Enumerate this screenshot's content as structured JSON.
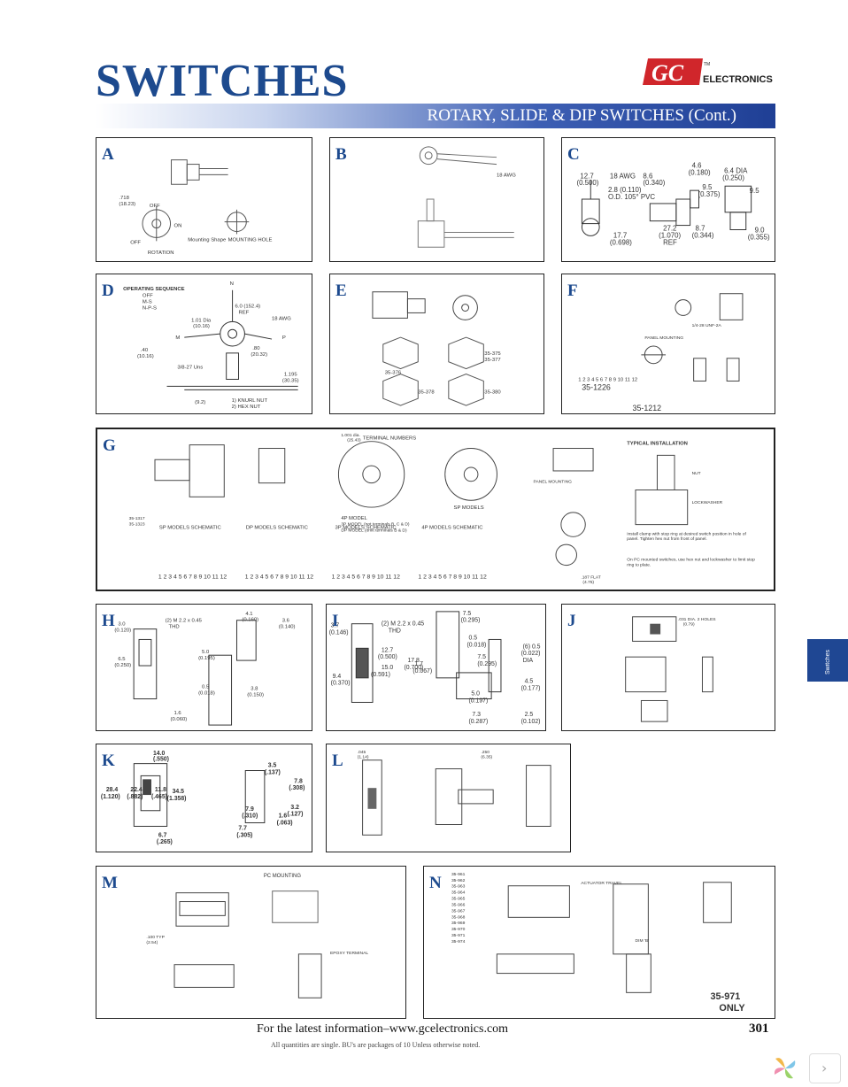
{
  "header": {
    "title": "SWITCHES",
    "subtitle": "ROTARY, SLIDE & DIP SWITCHES (Cont.)",
    "logo": {
      "mark": "GC",
      "text": "ELECTRONICS",
      "tm": "TM"
    }
  },
  "panels": {
    "A": {
      "letter": "A",
      "labels": [
        "OFF",
        "ON",
        "OFF",
        "ROTATION",
        "MOUNTING HOLE",
        "Mounting Shape",
        ".718",
        "(18.23)"
      ]
    },
    "B": {
      "letter": "B",
      "labels": [
        "18 AWG"
      ]
    },
    "C": {
      "letter": "C",
      "labels": [
        "12.7",
        "(0.500)",
        "18 AWG",
        "2.8 (0.110)",
        "O.D. 105° PVC",
        "8.6",
        "(0.340)",
        "4.6",
        "(0.180)",
        "6.4 DIA",
        "(0.250)",
        "9.5",
        "(0.375)",
        "9.5",
        "17.7",
        "(0.698)",
        "27.2",
        "(1.070)",
        "REF",
        "8.7",
        "(0.344)",
        "9.0",
        "(0.355)"
      ]
    },
    "D": {
      "letter": "D",
      "labels": [
        "OPERATING SEQUENCE",
        "OFF",
        "M-S",
        "N-P-S",
        "N",
        "6.0 (152.4)",
        "REF",
        "18 AWG",
        "1.01 Dia",
        "(10.16)",
        "M",
        "P",
        ".80",
        "(20.32)",
        ".40",
        "(10.16)",
        "3/8-27 Uns",
        "1.195",
        "(30.35)",
        "1) KNURL NUT",
        "2) HEX NUT",
        "(9.2)"
      ]
    },
    "E": {
      "letter": "E",
      "labels": [
        "35-376",
        "35-375",
        "35-377",
        "35-378",
        "35-380"
      ]
    },
    "F": {
      "letter": "F",
      "labels": [
        "PANEL MOUNTING",
        "35-1226",
        "35-1212",
        "1 2 3 4 5 6 7 8 9 10 11 12",
        "1/4-28 UNF-2A"
      ]
    },
    "G": {
      "letter": "G",
      "labels": [
        "TERMINAL NUMBERS",
        "4P MODEL",
        "3P MODEL (not terminals B, C & D)",
        "DP MODEL (omit terminals B & D)",
        "SP MODELS",
        "PANEL MOUNTING",
        "TYPICAL INSTALLATION",
        "NUT",
        "LOCKWASHER",
        "SP MODELS SCHEMATIC",
        "DP MODELS SCHEMATIC",
        "3P MODELS SCHEMATIC",
        "4P MODELS SCHEMATIC",
        "1 2 3 4 5 6 7 8 9 10 11 12",
        "35-1317",
        "35-1323",
        "Install clamp with stop ring at desired switch position in hole of panel. Tighten hex nut from front of panel.",
        "On PC mounted switches, use hex nut and lockwasher to limit stop ring to plate.",
        ".187 FLAT",
        "(4.75)",
        "1.001 dia.",
        "(25.43)"
      ]
    },
    "H": {
      "letter": "H",
      "labels": [
        "(2) M 2.2 x 0.45",
        "THD",
        "3.0",
        "(0.120)",
        "6.5",
        "(0.250)",
        "4.1",
        "(0.160)",
        "3.6",
        "(0.140)",
        "5.0",
        "(0.195)",
        "0.5",
        "(0.018)",
        "3.8",
        "(0.150)",
        "1.6",
        "(0.060)"
      ]
    },
    "I": {
      "letter": "I",
      "labels": [
        "3.7",
        "(0.146)",
        "(2) M 2.2 x 0.45",
        "THD",
        "7.5",
        "(0.295)",
        "9.4",
        "(0.370)",
        "12.7",
        "(0.500)",
        "15.0",
        "(0.591)",
        "17.8",
        "(0.700)",
        "1.7",
        "(0.067)",
        "0.5",
        "(0.018)",
        "5.0",
        "(0.197)",
        "7.5",
        "(0.295)",
        "(6) 0.5",
        "(0.022)",
        "DIA",
        "4.5",
        "(0.177)",
        "7.3",
        "(0.287)",
        "2.5",
        "(0.102)"
      ]
    },
    "J": {
      "letter": "J",
      "labels": [
        ".031 DIA. 2 HOLES",
        "(0.79)"
      ]
    },
    "K": {
      "letter": "K",
      "labels": [
        "14.0",
        "(.550)",
        "28.4",
        "(1.120)",
        "22.4",
        "(.882)",
        "11.8",
        "(.465)",
        "34.5",
        "(1.358)",
        "6.7",
        "(.265)",
        "3.5",
        "(.137)",
        "7.8",
        "(.308)",
        "3.2",
        "(.127)",
        "7.9",
        "(.310)",
        "7.7",
        "(.305)",
        "1.6",
        "(.063)"
      ]
    },
    "L": {
      "letter": "L",
      "labels": [
        ".045",
        "(1.14)",
        ".250",
        "(6.35)"
      ]
    },
    "M": {
      "letter": "M",
      "labels": [
        "PC MOUNTING",
        "EPOXY TERMINAL",
        ".100 TYP",
        "(2.54)"
      ]
    },
    "N": {
      "letter": "N",
      "labels": [
        "35-961",
        "35-962",
        "35-963",
        "35-964",
        "35-965",
        "35-966",
        "35-967",
        "35-968",
        "35-969",
        "35-970",
        "35-971",
        "35-974",
        "ACTUATOR TRAVEL",
        "DIM 'B'",
        "35-971",
        "ONLY"
      ]
    }
  },
  "sidebar": {
    "tab_label": "Switches"
  },
  "footer": {
    "info": "For the latest information–www.gcelectronics.com",
    "page_number": "301",
    "note": "All quantities are single. BU's are packages of 10 Unless otherwise noted."
  },
  "nav": {
    "next_icon": "›"
  },
  "colors": {
    "brand_blue": "#1d4a8e",
    "logo_red": "#d0262b",
    "tab_blue": "#1f4793"
  }
}
